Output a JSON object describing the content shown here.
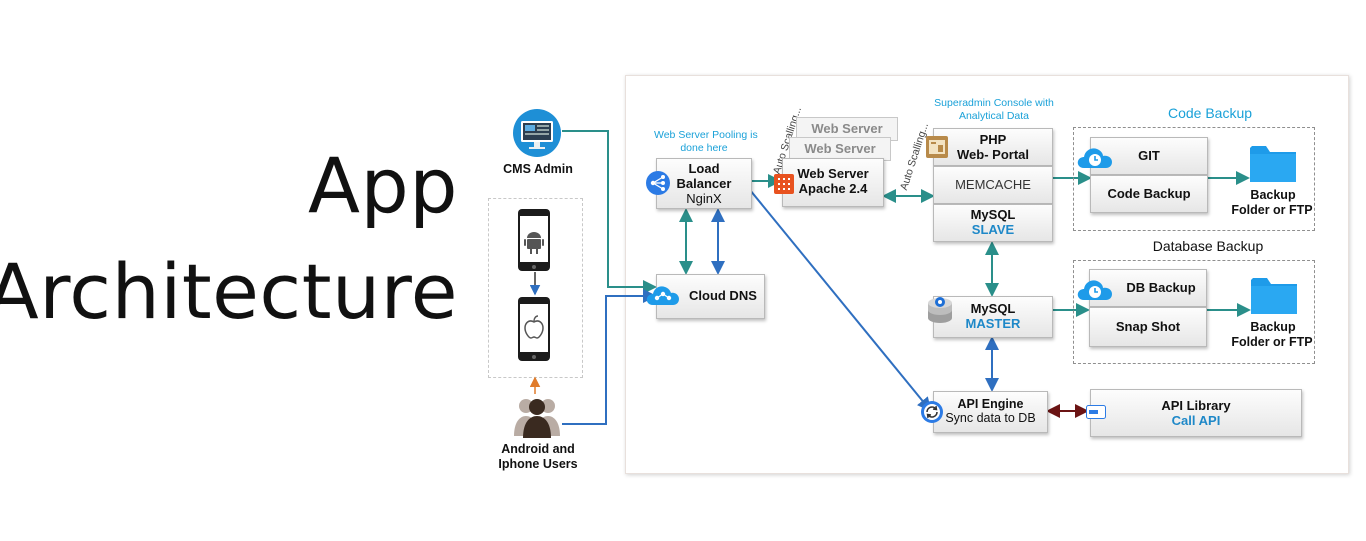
{
  "title": {
    "line1": "App",
    "line2": "Architecture"
  },
  "clients": {
    "cms_admin": "CMS Admin",
    "users_line1": "Android and",
    "users_line2": "Iphone Users"
  },
  "notes": {
    "pooling_line1": "Web Server Pooling is",
    "pooling_line2": "done here",
    "superadmin_line1": "Superadmin Console with",
    "superadmin_line2": "Analytical Data",
    "auto_scaling_1": "Auto Scalling...",
    "auto_scaling_2": "Auto Scalling..."
  },
  "nodes": {
    "load_balancer": {
      "line1": "Load",
      "line2": "Balancer",
      "line3": "NginX"
    },
    "cloud_dns": "Cloud DNS",
    "web_server_ghost_1": "Web Server",
    "web_server_ghost_2": "Web Server",
    "web_server": {
      "line1": "Web Server",
      "line2": "Apache 2.4"
    },
    "php": {
      "line1": "PHP",
      "line2": "Web- Portal"
    },
    "memcache": "MEMCACHE",
    "mysql_slave": {
      "line1": "MySQL",
      "line2": "SLAVE"
    },
    "mysql_master": {
      "line1": "MySQL",
      "line2": "MASTER"
    },
    "api_engine": {
      "line1": "API Engine",
      "line2": "Sync data to DB"
    },
    "api_library": {
      "line1": "API Library",
      "line2": "Call API"
    }
  },
  "code_backup": {
    "title": "Code Backup",
    "git": "GIT",
    "code_backup_box": "Code Backup",
    "folder_line1": "Backup",
    "folder_line2": "Folder or FTP"
  },
  "database_backup": {
    "title": "Database Backup",
    "db_backup": "DB Backup",
    "snap_shot": "Snap Shot",
    "folder_line1": "Backup",
    "folder_line2": "Folder or FTP"
  },
  "colors": {
    "teal_connector": "#2a8f8a",
    "blue_connector": "#2f6fc0",
    "accent_cyan": "#1aa1d8",
    "dark_red_connector": "#6b1414",
    "folder_blue": "#1e9be9"
  }
}
